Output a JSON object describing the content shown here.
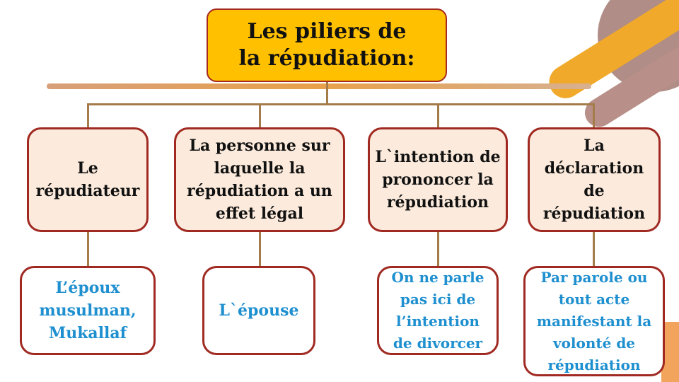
{
  "title": {
    "line1": "Les piliers de",
    "line2": "la répudiation:"
  },
  "pillars": [
    {
      "lines": [
        "Le",
        "répudiateur"
      ]
    },
    {
      "lines": [
        "La personne sur",
        "laquelle la",
        "répudiation a un",
        "effet légal"
      ]
    },
    {
      "lines": [
        "L`intention de",
        "prononcer la",
        "répudiation"
      ]
    },
    {
      "lines": [
        "La",
        "déclaration",
        "de",
        "répudiation"
      ]
    }
  ],
  "details": [
    {
      "lines": [
        "L’époux",
        "musulman,",
        "Mukallaf"
      ]
    },
    {
      "lines": [
        "L`épouse"
      ]
    },
    {
      "lines": [
        "On ne parle",
        "pas ici de",
        "l’intention",
        "de divorcer"
      ]
    },
    {
      "lines": [
        "Par parole ou",
        "tout acte",
        "manifestant la",
        "volonté de",
        "répudiation"
      ]
    }
  ],
  "colors": {
    "title_fill": "#ffc000",
    "pillar_fill": "#fcebdc",
    "box_border": "#a02a22",
    "detail_text": "#1e8fcf",
    "connector": "#a47c4a"
  }
}
